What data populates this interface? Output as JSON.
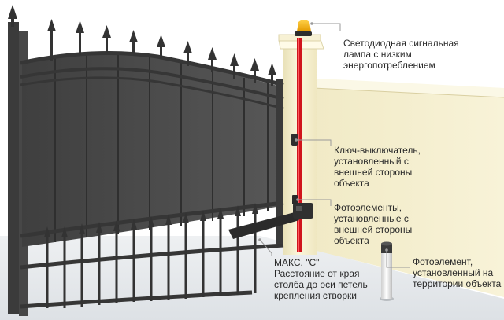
{
  "callouts": {
    "led_lamp": {
      "lines": [
        "Светодиодная сигнальная",
        "лампа с низким",
        "энергопотреблением"
      ]
    },
    "key_switch": {
      "lines": [
        "Ключ-выключатель,",
        "установленный с",
        "внешней стороны",
        "объекта"
      ]
    },
    "photocells_outside": {
      "lines": [
        "Фотоэлементы,",
        "установленные с",
        "внешней стороны",
        "объекта"
      ]
    },
    "max_c": {
      "lines": [
        "МАКС. \"C\"",
        "Расстояние от края",
        "столба до оси петель",
        "крепления створки"
      ]
    },
    "photocell_inside": {
      "lines": [
        "Фотоэлемент,",
        "установленный на",
        "территории объекта"
      ]
    }
  },
  "colors": {
    "frame": "#3b3b3b",
    "panel": "#4a4a4a",
    "pillar_cream": "#f4eecb",
    "wall_side": "#ece4bd",
    "ground": "#e6e9ec",
    "cable": "#d0141d",
    "lamp": "#f4b400",
    "leader": "#9a9a9a"
  },
  "icons": {
    "lamp": "warning-light-icon",
    "key_switch": "key-switch-icon",
    "photocell": "photocell-icon",
    "motor": "gate-motor-icon"
  }
}
